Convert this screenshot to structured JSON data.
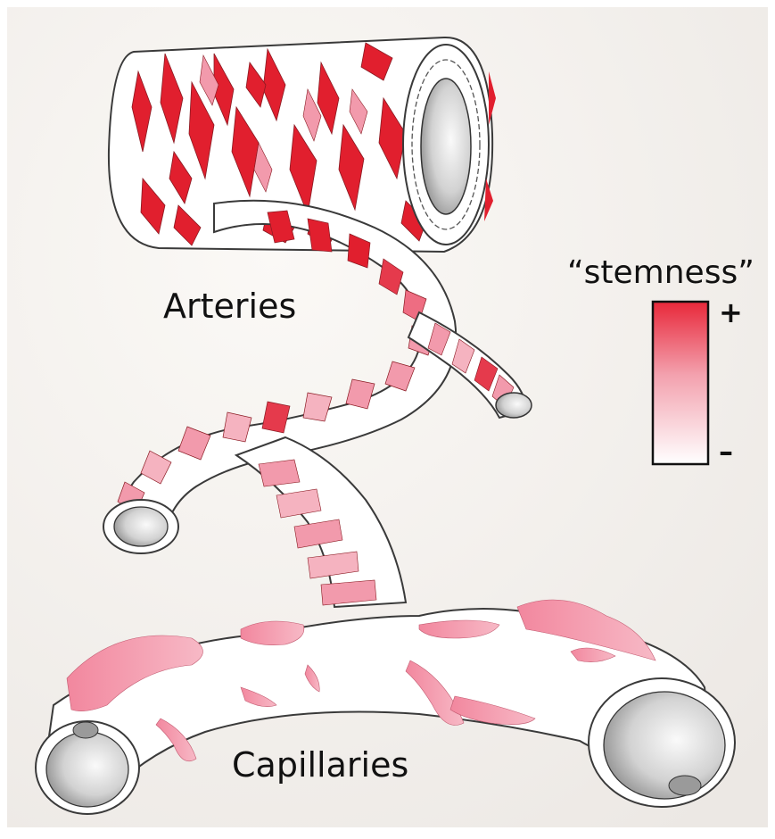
{
  "labels": {
    "arteries": "Arteries",
    "capillaries": "Capillaries"
  },
  "legend": {
    "title": "“stemness”",
    "max_label": "+",
    "min_label": "–",
    "color_high": "#e8283a",
    "color_low": "#ffffff"
  },
  "colors": {
    "stem_red": "#e11f2e",
    "mid_pink": "#f06b86",
    "light_pink": "#f7b3c1",
    "outline": "#3a3a3a",
    "paper": "#f6f4f1"
  }
}
